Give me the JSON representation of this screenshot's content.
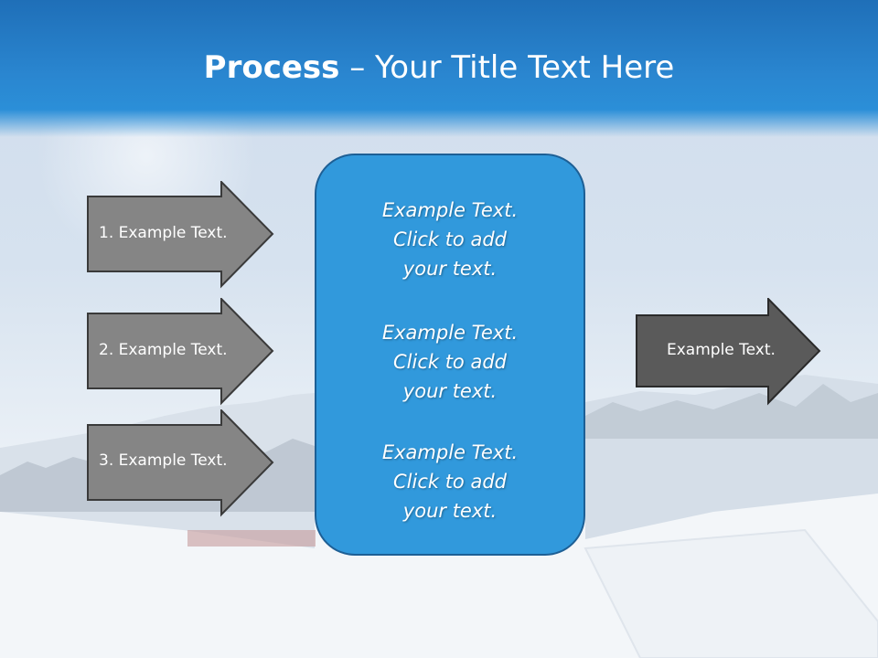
{
  "slide": {
    "title_bold": "Process",
    "title_sep": " – ",
    "title_rest": "Your Title Text Here"
  },
  "left_arrows": [
    {
      "label": "1. Example Text."
    },
    {
      "label": "2. Example Text."
    },
    {
      "label": "3. Example Text."
    }
  ],
  "panel": {
    "blocks": [
      {
        "line1": "Example Text.",
        "line2": "Click  to add",
        "line3": "your text."
      },
      {
        "line1": "Example Text.",
        "line2": "Click  to add",
        "line3": "your text."
      },
      {
        "line1": "Example Text.",
        "line2": "Click  to add",
        "line3": "your text."
      }
    ]
  },
  "right_arrow": {
    "label": "Example Text."
  },
  "colors": {
    "header_blue": "#2a86d0",
    "panel_blue": "#3199dc",
    "arrow_gray": "#858585",
    "arrow_dark": "#5a5a5a"
  }
}
